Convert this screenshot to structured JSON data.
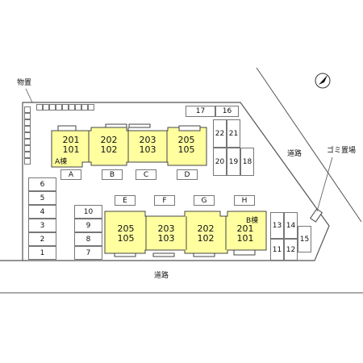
{
  "labels": {
    "storage": "物置",
    "road_right": "道路",
    "road_bottom": "道路",
    "garbage": "ゴミ置場"
  },
  "building_a": {
    "tag": "A棟",
    "units": [
      {
        "top": "201",
        "bottom": "101"
      },
      {
        "top": "202",
        "bottom": "102"
      },
      {
        "top": "203",
        "bottom": "103"
      },
      {
        "top": "205",
        "bottom": "105"
      }
    ]
  },
  "building_b": {
    "tag": "B棟",
    "units": [
      {
        "top": "205",
        "bottom": "105"
      },
      {
        "top": "203",
        "bottom": "103"
      },
      {
        "top": "202",
        "bottom": "102"
      },
      {
        "top": "201",
        "bottom": "101"
      }
    ]
  },
  "bike_spaces_a": [
    "A",
    "B",
    "C",
    "D"
  ],
  "bike_spaces_b": [
    "E",
    "F",
    "G",
    "H"
  ],
  "parking": {
    "top_row": [
      "17",
      "16"
    ],
    "right_upper": [
      "22",
      "21",
      "20",
      "19",
      "18"
    ],
    "left_column": [
      "6",
      "5",
      "4",
      "3",
      "2",
      "1"
    ],
    "middle_column": [
      "10",
      "9",
      "8",
      "7"
    ],
    "right_lower": [
      "13",
      "14",
      "15",
      "11",
      "12"
    ]
  },
  "colors": {
    "building_fill": "#ffffa0",
    "line": "#555555"
  }
}
